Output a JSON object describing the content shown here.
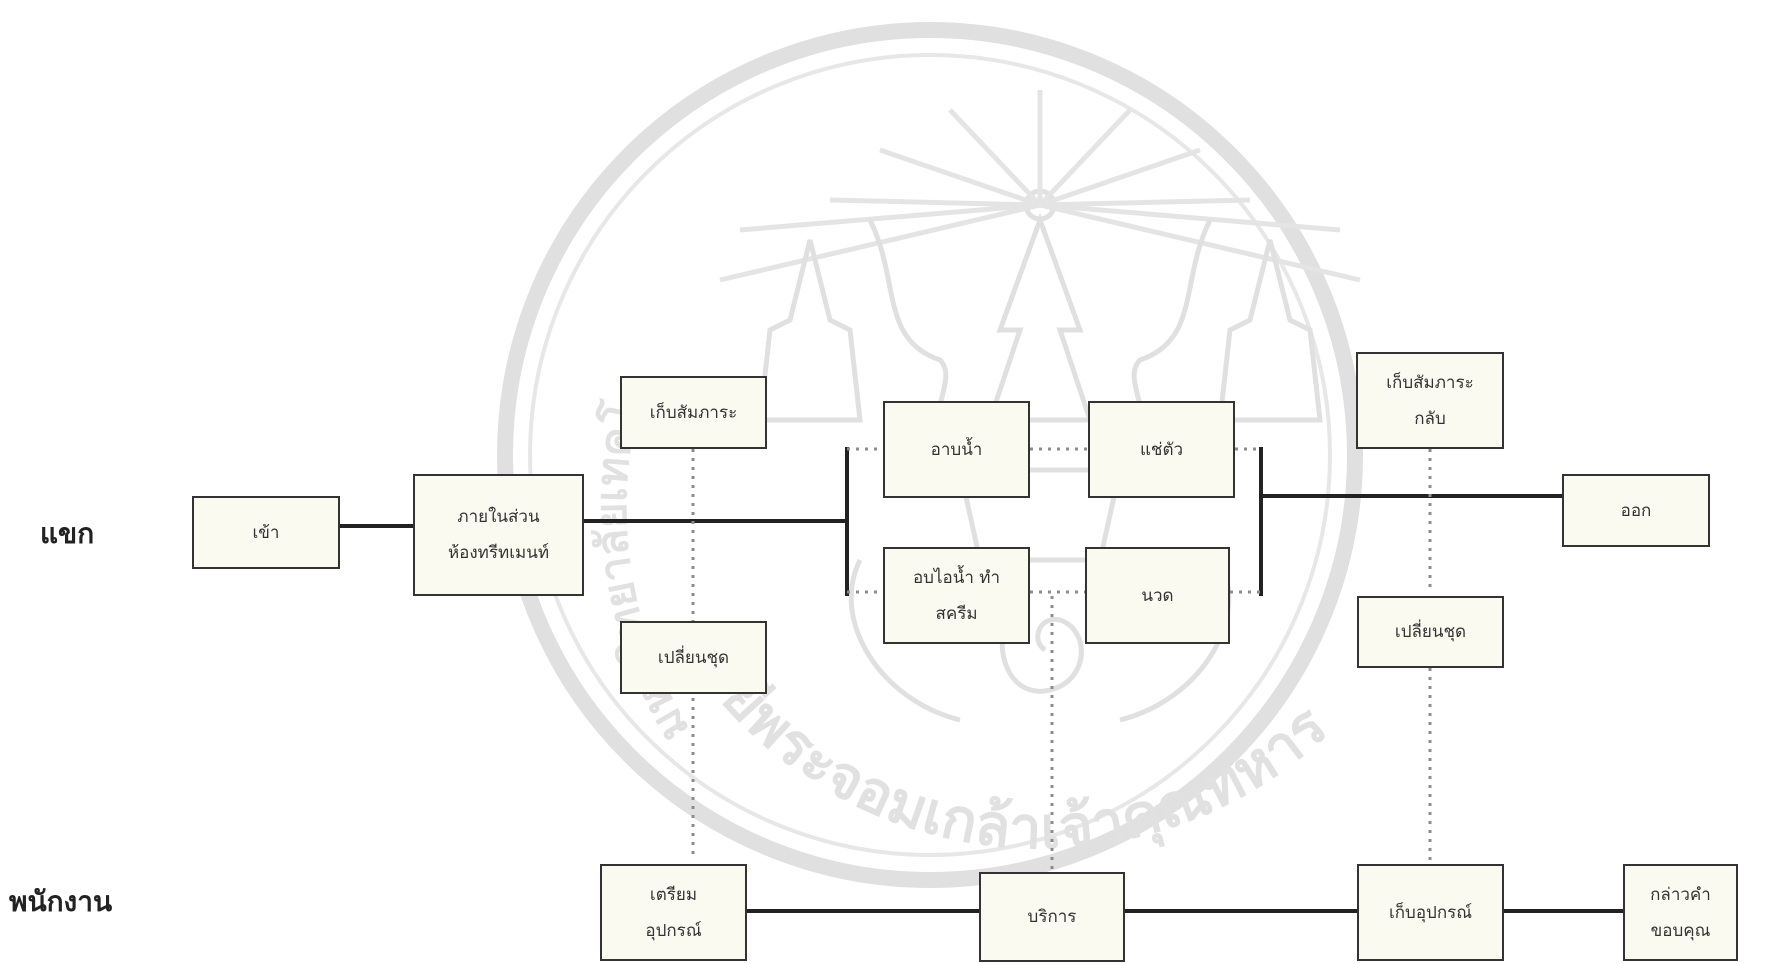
{
  "lanes": {
    "guest": "แขก",
    "staff": "พนักงาน"
  },
  "watermark": {
    "bottom_arc_text": "ยีพระจอมเกล้าเจ้าคุณทหาร",
    "left_arc_text": "มหาวิทยาลัยเทคโน",
    "center_numeral": "๔"
  },
  "boxes": {
    "enter": "เข้า",
    "treatment_area": "ภายในส่วน\nห้องทรีทเมนท์",
    "store_belongings": "เก็บสัมภาระ",
    "change_clothes_1": "เปลี่ยนชุด",
    "shower": "อาบน้ำ",
    "steam": "อบไอน้ำ  ทำ\nสครีม",
    "soak": "แช่ตัว",
    "massage": "นวด",
    "collect_belongings": "เก็บสัมภาระ\nกลับ",
    "change_clothes_2": "เปลี่ยนชุด",
    "exit": "ออก",
    "prepare_equipment": "เตรียม\nอุปกรณ์",
    "service": "บริการ",
    "store_equipment": "เก็บอุปกรณ์",
    "thank": "กล่าวคำ\nขอบคุณ"
  },
  "colors": {
    "line": "#222222",
    "dotted": "#8c8c8c",
    "watermark": "#cfcfcf",
    "box_fill": "#fbfaf0"
  }
}
